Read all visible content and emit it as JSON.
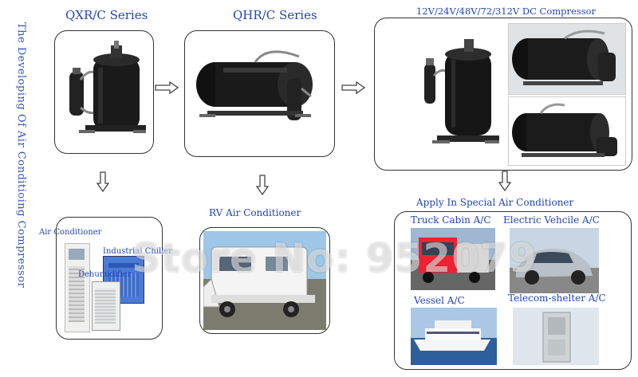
{
  "side_title": "The Developing Of Air Conditioing Compressor",
  "series": {
    "qxr": "QXR/C Series",
    "qhr": "QHR/C Series",
    "dc": "12V/24V/48V/72/312V DC Compressor"
  },
  "applications": {
    "header": "Apply In Special Air Conditioner",
    "rv": "RV Air Conditioner",
    "air_conditioner": "Air Conditioner",
    "industrial_chiller": "Industrial Chiller",
    "dehumidifier": "Dehumidifier",
    "truck": "Truck Cabin A/C",
    "electric_vehicle": "Electric Vehcile A/C",
    "vessel": "Vessel A/C",
    "telecom": "Telecom-shelter A/C"
  },
  "watermark": "Store No: 952079",
  "icons": {
    "arrow_right": "outline-arrow-right-icon",
    "arrow_down": "outline-arrow-down-icon"
  }
}
